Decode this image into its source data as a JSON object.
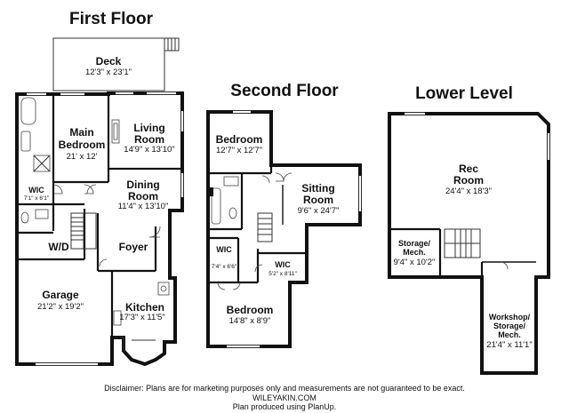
{
  "floors": {
    "first": {
      "title": "First Floor",
      "rooms": {
        "deck": {
          "name": "Deck",
          "dims": "12'3\" x 23'1\""
        },
        "main_bedroom": {
          "name1": "Main",
          "name2": "Bedroom",
          "dims": "21' x 12'"
        },
        "living_room": {
          "name1": "Living",
          "name2": "Room",
          "dims": "14'9\" x 13'10\""
        },
        "wic": {
          "name": "WIC",
          "dims": "7'1\" x 6'1\""
        },
        "dining_room": {
          "name1": "Dining",
          "name2": "Room",
          "dims": "11'4\" x 13'10\""
        },
        "wd": {
          "name": "W/D"
        },
        "foyer": {
          "name": "Foyer"
        },
        "garage": {
          "name": "Garage",
          "dims": "21'2\" x 19'2\""
        },
        "kitchen": {
          "name": "Kitchen",
          "dims": "17'3\" x 11'5\""
        }
      }
    },
    "second": {
      "title": "Second Floor",
      "rooms": {
        "bedroom1": {
          "name": "Bedroom",
          "dims": "12'7\" x 12'7\""
        },
        "sitting_room": {
          "name1": "Sitting",
          "name2": "Room",
          "dims": "9'6\" x 24'7\""
        },
        "wic1": {
          "name": "WIC",
          "dims": "7'4\" x 6'6\""
        },
        "wic2": {
          "name": "WIC",
          "dims": "5'2\" x 8'11\""
        },
        "bedroom2": {
          "name": "Bedroom",
          "dims": "14'8\" x 8'9\""
        }
      }
    },
    "lower": {
      "title": "Lower Level",
      "rooms": {
        "rec_room": {
          "name1": "Rec",
          "name2": "Room",
          "dims": "24'4\" x 18'3\""
        },
        "storage_mech": {
          "name1": "Storage/",
          "name2": "Mech.",
          "dims": "9'4\" x 10'2\""
        },
        "workshop": {
          "name1": "Workshop/",
          "name2": "Storage/",
          "name3": "Mech.",
          "dims": "21'4\" x 11'1\""
        }
      }
    }
  },
  "footer": {
    "disclaimer": "Disclaimer: Plans are for marketing purposes only and measurements are not guaranteed to be exact.",
    "website": "WILEYAKIN.COM",
    "produced": "Plan produced using PlanUp."
  },
  "colors": {
    "wall": "#111111",
    "background": "#ffffff"
  }
}
